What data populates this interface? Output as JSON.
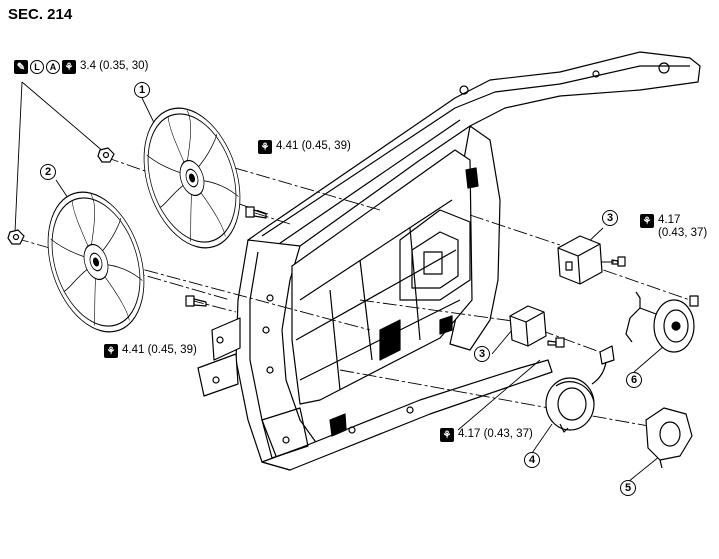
{
  "section": "SEC. 214",
  "torque_specs": {
    "nut": {
      "icons": [
        "replace-icon",
        "locking-sealant-icon",
        "anti-corrosive-icon",
        "torque-wrench-icon"
      ],
      "value": "3.4 (0.35, 30)"
    },
    "fan_bolt_upper": {
      "icons": [
        "torque-wrench-icon"
      ],
      "value": "4.41 (0.45, 39)"
    },
    "fan_bolt_lower": {
      "icons": [
        "torque-wrench-icon"
      ],
      "value": "4.41 (0.45, 39)"
    },
    "resistor_bolt_upper": {
      "icons": [
        "torque-wrench-icon"
      ],
      "value": "4.17\n(0.43, 37)"
    },
    "resistor_bolt_lower": {
      "icons": [
        "torque-wrench-icon"
      ],
      "value": "4.17 (0.43, 37)"
    }
  },
  "icon_letters": {
    "L": "L",
    "A": "A"
  },
  "callouts": {
    "c1": "1",
    "c2": "2",
    "c3a": "3",
    "c3b": "3",
    "c4": "4",
    "c5": "5",
    "c6": "6"
  }
}
